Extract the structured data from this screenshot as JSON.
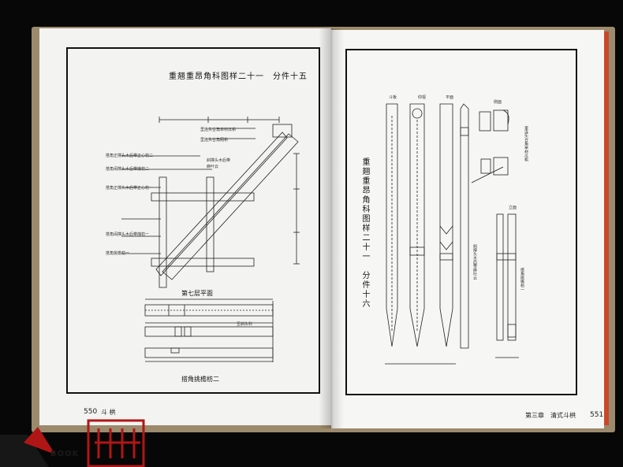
{
  "left_page": {
    "title": "重翘重昂角科图样二十一　分件十五",
    "caption_plan": "第七层平面",
    "caption_piece": "搭角挑檐枋二",
    "page_number": "550",
    "running_head": "斗 栱",
    "labels": [
      "里连头合角单材瓜栱",
      "里连头合角厢栱",
      "搭角正撑头木后带正心枋二",
      "搭角闹撑头木后带拽枋二",
      "斜撑头木后带",
      "麻叶云",
      "搭角正撑头木后带正心枋一",
      "搭角闹撑头木后带拽枋一",
      "搭角挑檐枋一",
      "至斜头科"
    ]
  },
  "right_page": {
    "title": "重翘重昂角科图样二十一　分件十六",
    "chapter": "第三章　清式斗栱",
    "page_number": "551",
    "labels": [
      "斜撑头木后带麻叶云",
      "里连头合角单材瓜栱",
      "搭角挑檐枋一",
      "斗板",
      "仰视",
      "平面",
      "侧面",
      "立面"
    ]
  },
  "watermark": {
    "text": "BOOK"
  },
  "colors": {
    "background": "#070707",
    "cover_cloth": "#9c8a6c",
    "cover_edge": "#c9482a",
    "paper": "#f3f3f1",
    "ink": "#111111",
    "logo": "#b01616"
  }
}
